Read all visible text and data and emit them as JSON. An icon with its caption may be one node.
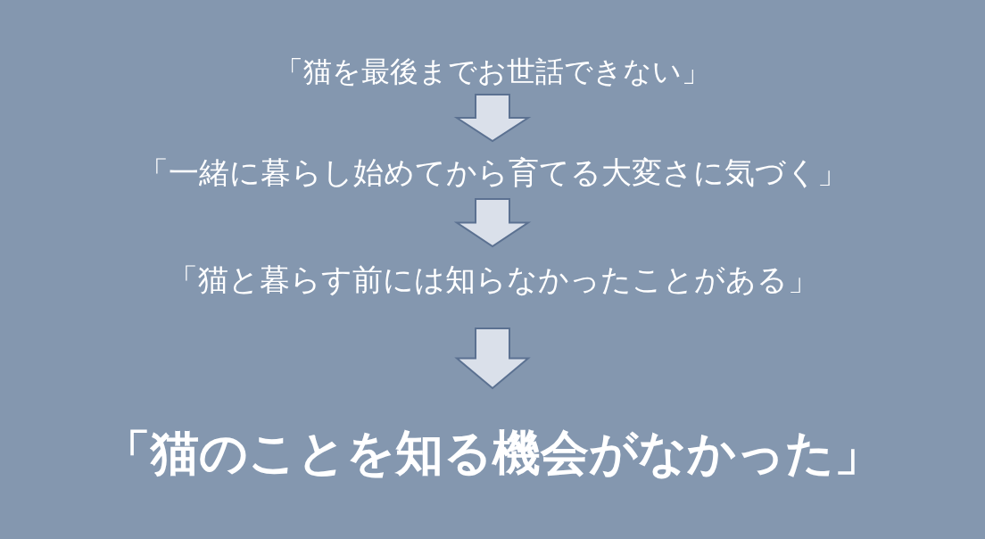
{
  "diagram": {
    "nodes": [
      {
        "text": [
          "「猫を最後までお世話できない」"
        ]
      },
      {
        "text": [
          "「一緒に暮らし始めてから育てる大変さに気づく」"
        ]
      },
      {
        "text": [
          "「猫と暮らす前には知らなかったことがある」"
        ]
      },
      {
        "text": [
          "「猫のことを知る機会がなかった」"
        ]
      }
    ],
    "edges": [
      {
        "from": 0,
        "to": 1,
        "arrow": "to"
      },
      {
        "from": 1,
        "to": 2,
        "arrow": "to"
      },
      {
        "from": 2,
        "to": 3,
        "arrow": "to"
      }
    ]
  }
}
